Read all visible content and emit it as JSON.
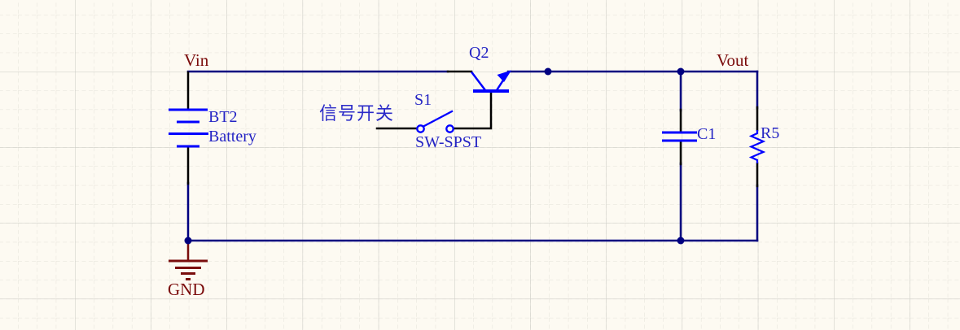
{
  "colors": {
    "background": "#FDFAF2",
    "grid_minor": "#E4E1D8",
    "grid_major": "#C9C9C3",
    "wire": "#000080",
    "pin": "#000000",
    "symbol": "#0000FF",
    "component_text": "#2424C4",
    "net_label_text": "#7A0A0A",
    "power_symbol": "#7A0D0D"
  },
  "net_labels": {
    "vin": "Vin",
    "vout": "Vout",
    "gnd": "GND"
  },
  "components": {
    "battery": {
      "designator": "BT2",
      "comment": "Battery"
    },
    "switch": {
      "designator": "S1",
      "comment": "SW-SPST",
      "annotation": "信号开关"
    },
    "transistor": {
      "designator": "Q2"
    },
    "capacitor": {
      "designator": "C1"
    },
    "resistor": {
      "designator": "R5"
    }
  }
}
